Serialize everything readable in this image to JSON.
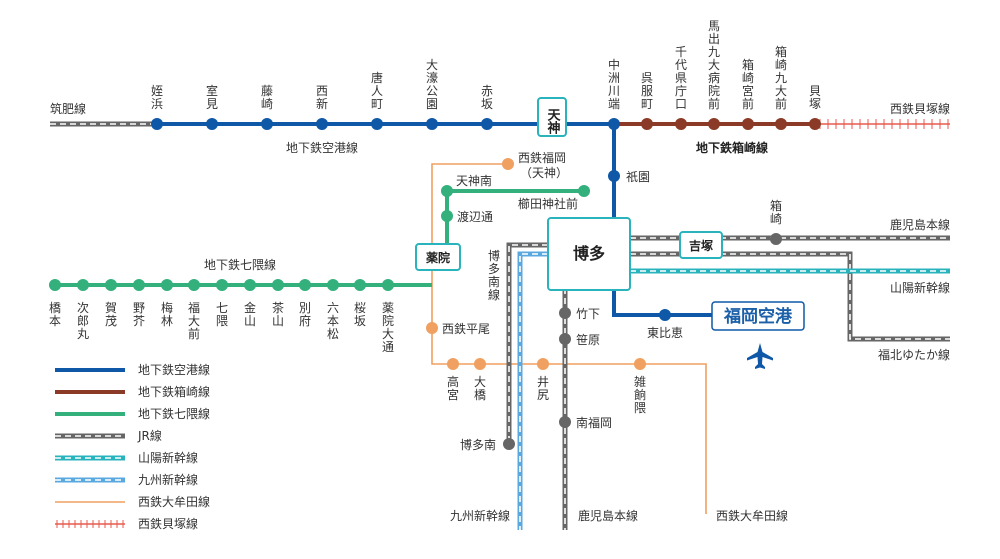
{
  "colors": {
    "airport_line": "#0f58a8",
    "hakozaki_line": "#8a3a26",
    "nanakuma_line": "#33b07c",
    "jr_line": "#666666",
    "sanyo_shinkansen": "#29b3bd",
    "kyushu_shinkansen": "#5aa8e0",
    "nishitetsu_omuta": "#f0a060",
    "nishitetsu_kaizuka": "#e85a4f"
  },
  "lines": {
    "chikuhi": "筑肥線",
    "airport": "地下鉄空港線",
    "hakozaki": "地下鉄箱崎線",
    "kaizuka": "西鉄貝塚線",
    "nanakuma": "地下鉄七隈線",
    "kagoshima_top": "鹿児島本線",
    "sanyo": "山陽新幹線",
    "fukuhoku": "福北ゆたか線",
    "hakata_minami": "博多南線",
    "kyushu_bottom": "九州新幹線",
    "kagoshima_bottom": "鹿児島本線",
    "omuta_bottom": "西鉄大牟田線"
  },
  "hubs": {
    "tenjin": "天神",
    "yakuin": "薬院",
    "hakata": "博多",
    "yoshizuka": "吉塚",
    "airport": "福岡空港"
  },
  "stations": {
    "airport_line": [
      "姪浜",
      "室見",
      "藤崎",
      "西新",
      "唐人町",
      "大濠公園",
      "赤坂",
      "中洲川端",
      "祇園",
      "東比恵"
    ],
    "hakozaki_line": [
      "呉服町",
      "千代県庁口",
      "馬出九大病院前",
      "箱崎宮前",
      "箱崎九大前",
      "貝塚"
    ],
    "nanakuma_line": [
      "橋本",
      "次郎丸",
      "賀茂",
      "野芥",
      "梅林",
      "福大前",
      "七隈",
      "金山",
      "茶山",
      "別府",
      "六本松",
      "桜坂",
      "薬院大通"
    ],
    "nanakuma_east": [
      "天神南",
      "渡辺通",
      "櫛田神社前"
    ],
    "nishitetsu": [
      "西鉄福岡（天神）",
      "西鉄平尾",
      "高宮",
      "大橋",
      "井尻",
      "雑餉隈"
    ],
    "jr": [
      "箱崎",
      "竹下",
      "笹原",
      "南福岡",
      "博多南"
    ]
  },
  "legend": [
    {
      "label": "地下鉄空港線",
      "style": "airport"
    },
    {
      "label": "地下鉄箱崎線",
      "style": "hakozaki"
    },
    {
      "label": "地下鉄七隈線",
      "style": "nanakuma"
    },
    {
      "label": "JR線",
      "style": "jr"
    },
    {
      "label": "山陽新幹線",
      "style": "sanyo"
    },
    {
      "label": "九州新幹線",
      "style": "kyushu"
    },
    {
      "label": "西鉄大牟田線",
      "style": "omuta"
    },
    {
      "label": "西鉄貝塚線",
      "style": "kaizuka"
    }
  ],
  "icons": {
    "airplane": "airplane-icon"
  }
}
